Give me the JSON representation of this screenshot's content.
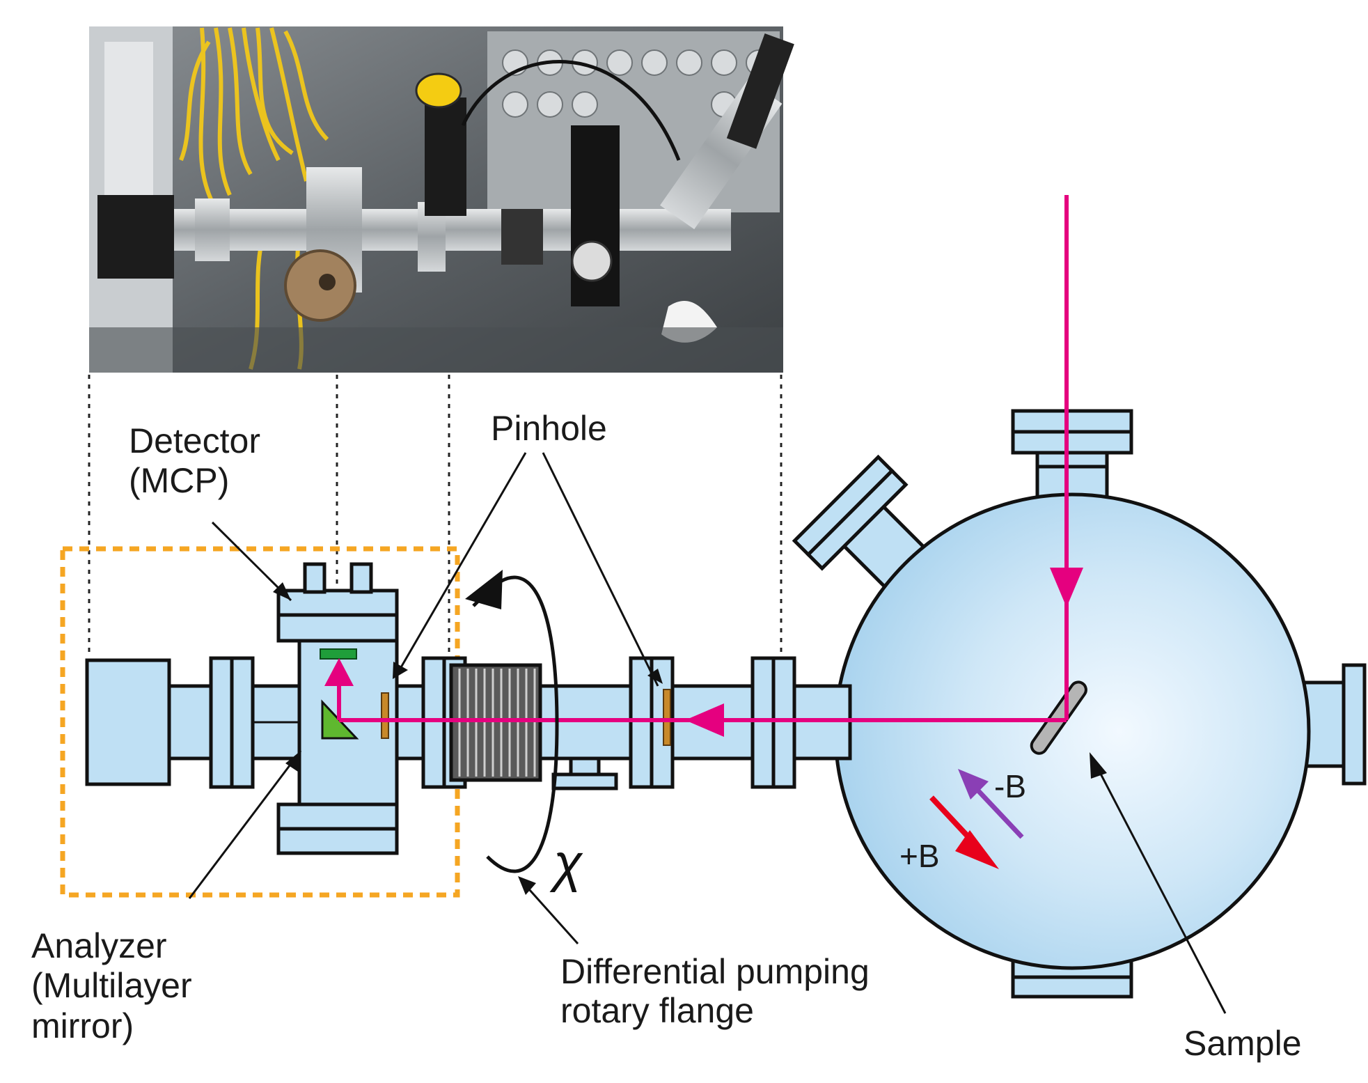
{
  "labels": {
    "detector_line1": "Detector",
    "detector_line2": "(MCP)",
    "pinhole": "Pinhole",
    "analyzer_line1": "Analyzer",
    "analyzer_line2": "(Multilayer",
    "analyzer_line3": "mirror)",
    "dpf_line1": "Differential pumping",
    "dpf_line2": "rotary flange",
    "sample": "Sample",
    "chi": "χ",
    "plus_b": "+B",
    "minus_b": "-B"
  },
  "colors": {
    "chamber_fill": "#bfe0f4",
    "chamber_center": "#f2f9ff",
    "outline": "#111111",
    "beam": "#e5007f",
    "plus_b": "#e8001b",
    "minus_b": "#8a3fb5",
    "analyzer_box": "#f5a623",
    "pinhole": "#c8892a",
    "detector": "#1f9e3a",
    "mirror": "#5fb82f",
    "bellows": "#555555"
  },
  "photo": {
    "description_icon": "apparatus-photo"
  }
}
